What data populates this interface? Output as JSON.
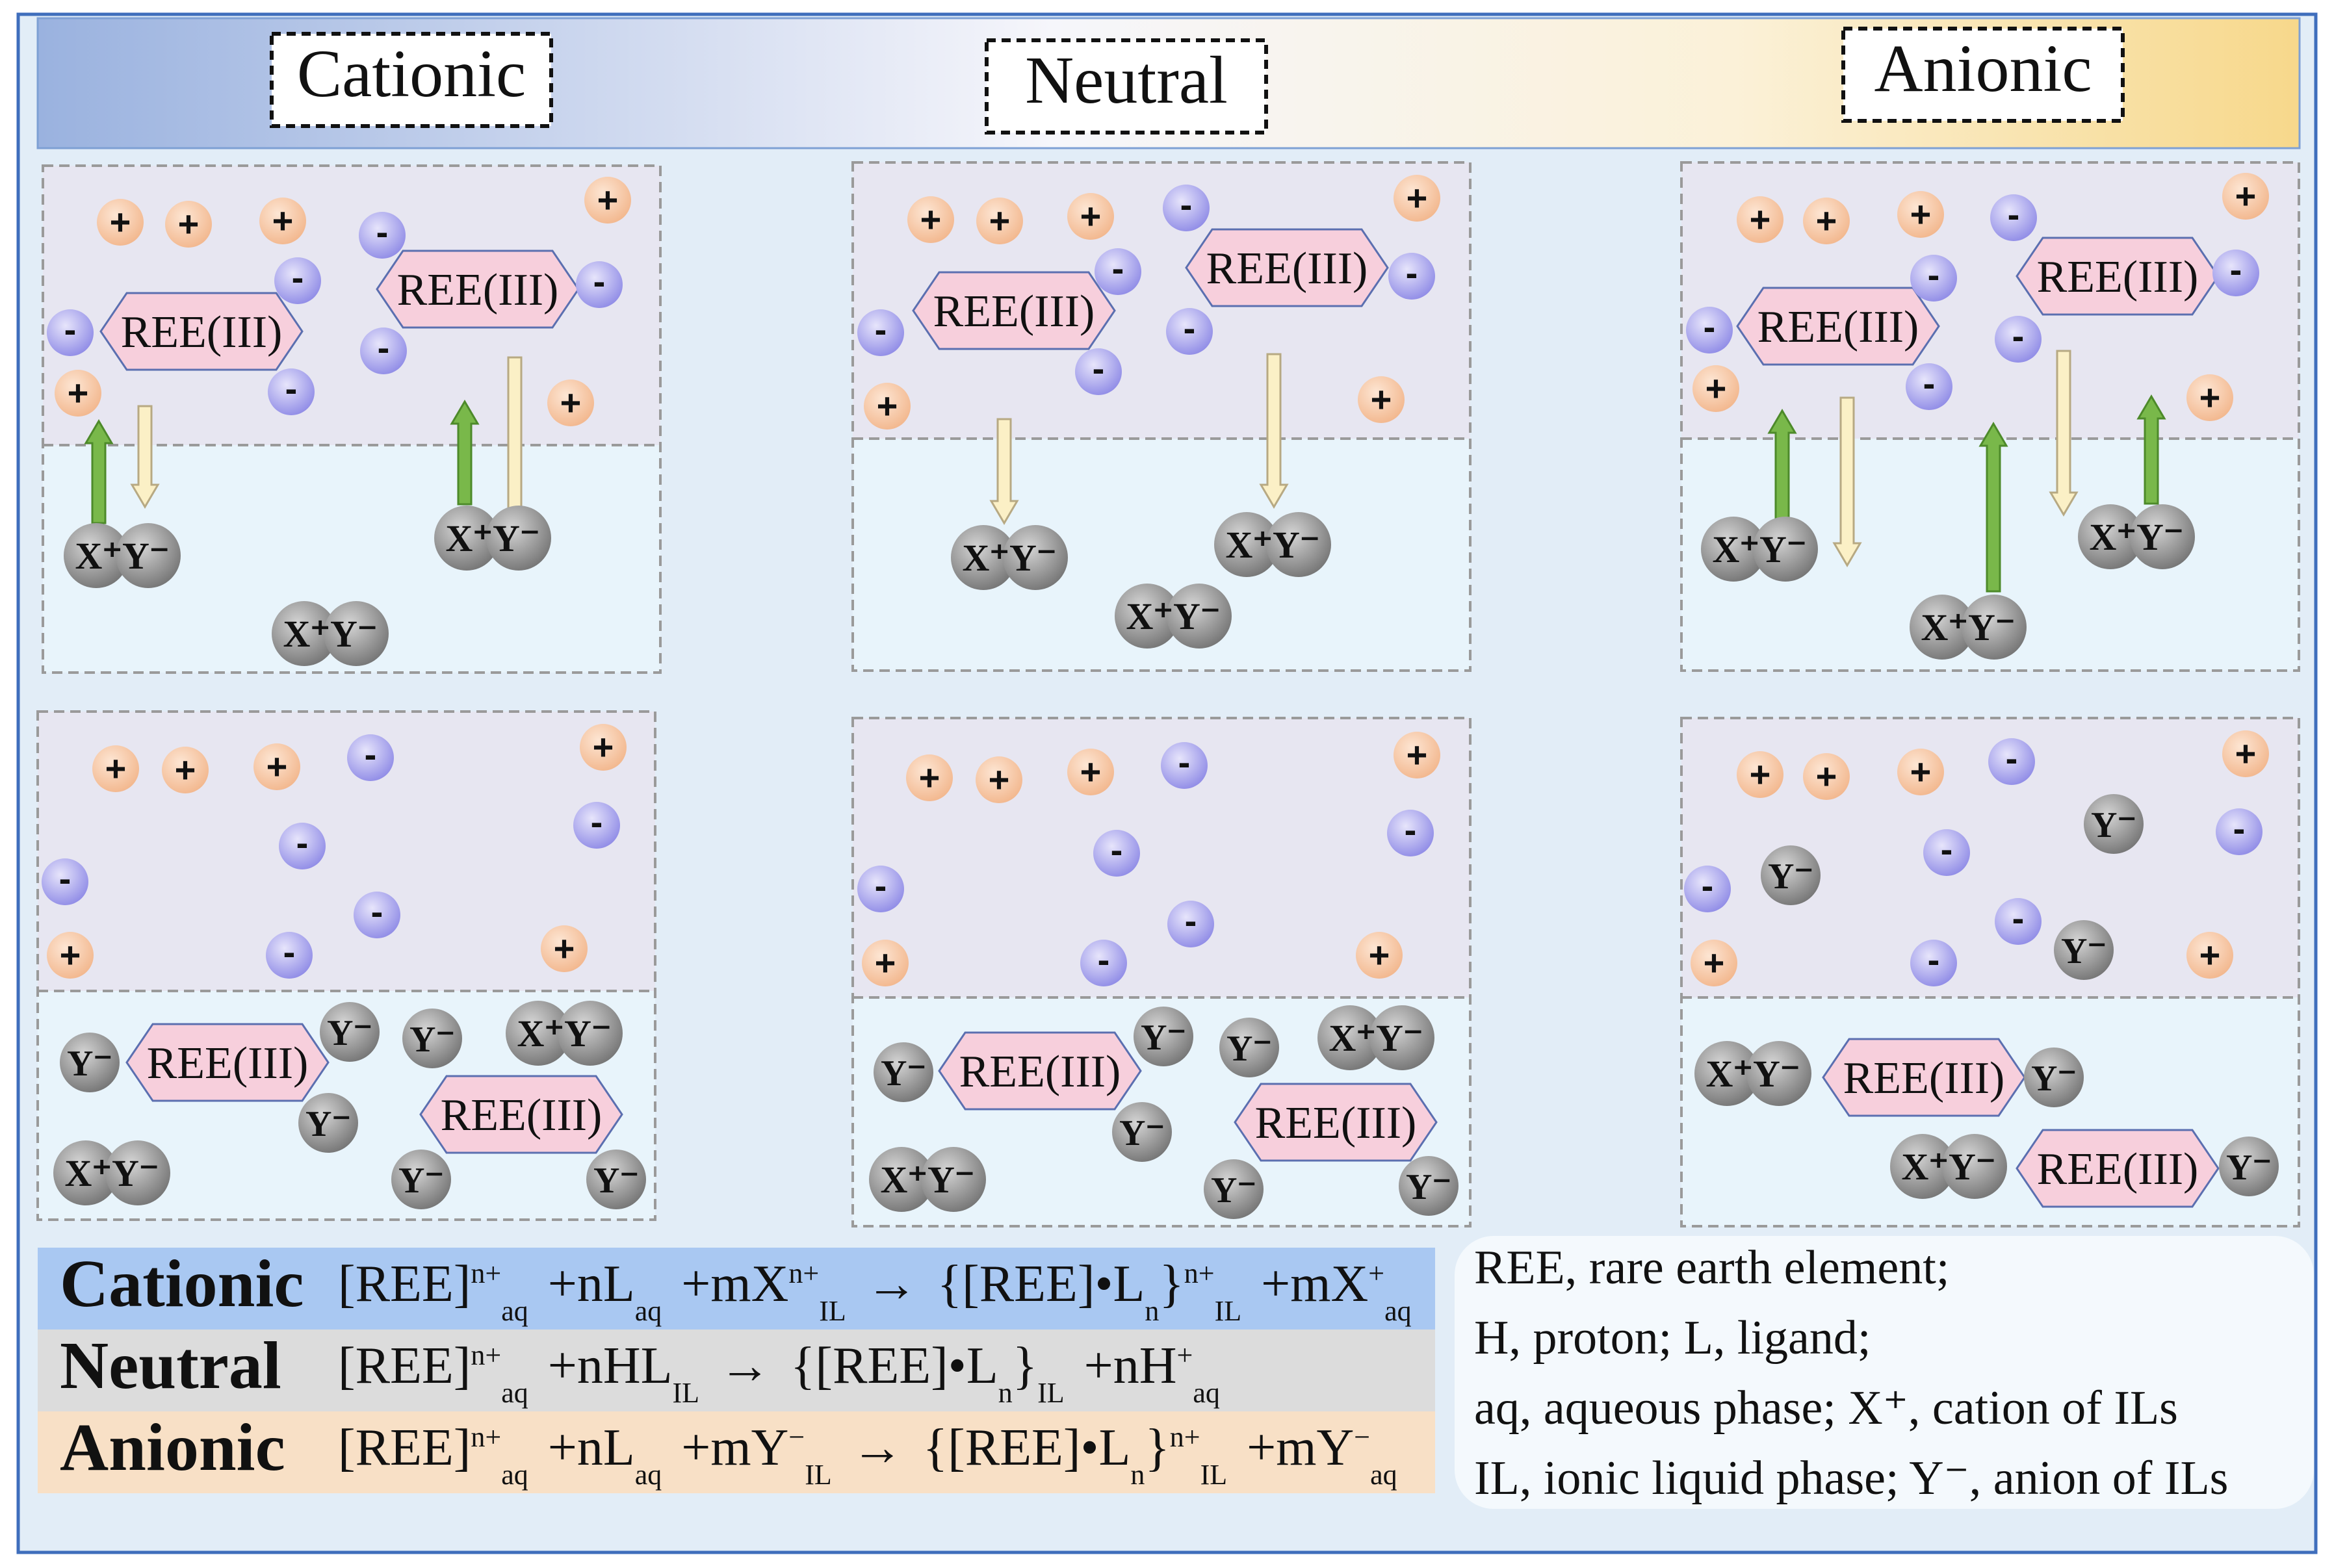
{
  "headers": {
    "cationic": "Cationic",
    "neutral": "Neutral",
    "anionic": "Anionic"
  },
  "labels": {
    "ree": "REE(III)",
    "plus": "+",
    "minus": "-",
    "pair": "X⁺Y⁻",
    "anion": "Y⁻"
  },
  "equations": [
    {
      "label": "Cationic",
      "parts": {
        "ree1": "[REE]",
        "sup1": "n+",
        "sub1": "aq",
        "t2": "+nL",
        "sub2": "aq",
        "t3": "+mX",
        "sup3": "n+",
        "sub3": "IL",
        "arrow": "→",
        "t4": "{[REE]•L",
        "sub4a": "n",
        "t4b": "}",
        "sup4": "n+",
        "sub4": "IL",
        "t5": "+mX",
        "sup5": "+",
        "sub5": "aq"
      }
    },
    {
      "label": "Neutral",
      "parts": {
        "ree1": "[REE]",
        "sup1": "n+",
        "sub1": "aq",
        "t2": "+nHL",
        "sub2": "IL",
        "arrow": "→",
        "t4": "{[REE]•L",
        "sub4a": "n",
        "t4b": "}",
        "sub4": "IL",
        "t5": "+nH",
        "sup5": "+",
        "sub5": "aq"
      }
    },
    {
      "label": "Anionic",
      "parts": {
        "ree1": "[REE]",
        "sup1": "n+",
        "sub1": "aq",
        "t2": "+nL",
        "sub2": "aq",
        "t3": "+mY",
        "sup3": "−",
        "sub3": "IL",
        "arrow": "→",
        "t4": "{[REE]•L",
        "sub4a": "n",
        "t4b": "}",
        "sup4": "n+",
        "sub4": "IL",
        "t5": "+mY",
        "sup5": "−",
        "sub5": "aq"
      }
    }
  ],
  "legend": [
    "REE, rare earth element;",
    "H, proton; L, ligand;",
    "aq, aqueous phase;  X⁺, cation of ILs",
    "IL, ionic liquid phase;  Y⁻, anion of ILs"
  ],
  "colors": {
    "cation_fill": "#f7c7a5",
    "anion_fill": "#a9a6ee",
    "ree_fill": "#f7cfdc",
    "il_sphere": "#8c8c8c",
    "arrow_green": "#79b84a",
    "arrow_cream": "#fbf0c6",
    "eq_cationic_bg": "#a9c8f2",
    "eq_neutral_bg": "#dcdcdc",
    "eq_anionic_bg": "#f8e0c6"
  }
}
